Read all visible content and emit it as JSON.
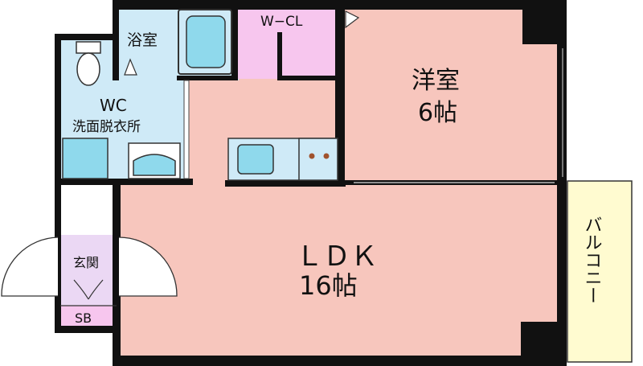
{
  "rooms": {
    "bath": "浴室",
    "wcl": "W−CL",
    "western": {
      "name": "洋室",
      "size": "6帖"
    },
    "wc": {
      "name": "WC",
      "sub": "洗面脱衣所"
    },
    "ldk": {
      "name": "ＬＤＫ",
      "size": "16帖"
    },
    "entrance": "玄関",
    "sb": "SB",
    "balcony": "バルコニー"
  },
  "colors": {
    "ldk": "#f7c6bd",
    "bath": "#cfeaf7",
    "closet": "#f7c6ee",
    "fixture": "#8fd9ec",
    "balcony": "#fffbd0",
    "wall": "#111111"
  }
}
